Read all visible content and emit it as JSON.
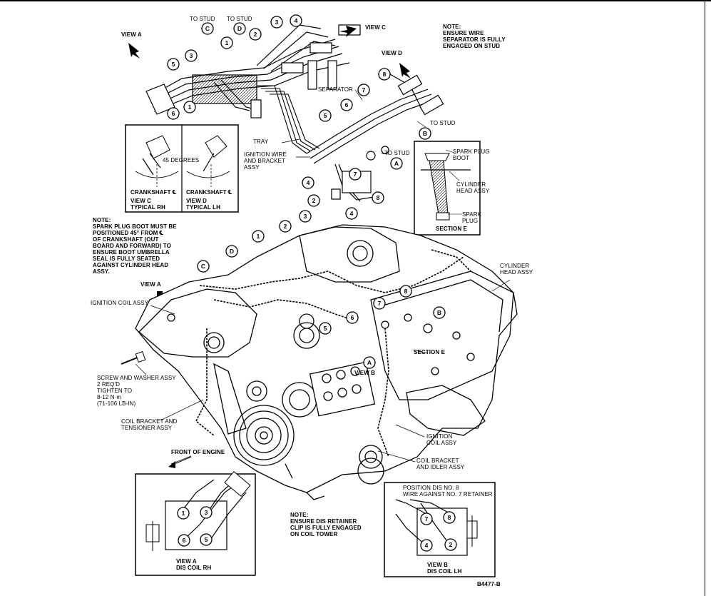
{
  "note_top_right": "NOTE:\nENSURE WIRE\nSEPARATOR IS FULLY\nENGAGED ON STUD",
  "labels": {
    "view_a_top": "VIEW A",
    "to_stud_c": "TO STUD",
    "to_stud_d": "TO STUD",
    "view_c": "VIEW C",
    "view_d": "VIEW D",
    "separator": "SEPARATOR",
    "to_stud_b": "TO STUD",
    "tray": "TRAY",
    "ignition_wire_bracket": "IGNITION WIRE\nAND BRACKET\nASSY",
    "to_stud_a": "TO STUD",
    "degrees_45": "45 DEGREES",
    "crankshaft_rh": "CRANKSHAFT ℄",
    "view_c_rh": "VIEW C\nTYPICAL RH",
    "crankshaft_lh": "CRANKSHAFT ℄",
    "view_d_lh": "VIEW D\nTYPICAL LH",
    "spark_plug_boot": "SPARK PLUG\nBOOT",
    "cylinder_head_assy_e": "CYLINDER\nHEAD ASSY",
    "spark_plug": "SPARK\nPLUG",
    "section_e_box": "SECTION E",
    "note_left": "NOTE:\nSPARK PLUG BOOT MUST BE\nPOSITIONED 45° FROM ℄\nOF CRANKSHAFT (OUT\nBOARD AND FORWARD) TO\nENSURE BOOT UMBRELLA\nSEAL IS FULLY SEATED\nAGAINST CYLINDER HEAD\nASSY.",
    "view_a_mid": "VIEW A",
    "ignition_coil_assy_left": "IGNITION COIL ASSY",
    "cylinder_head_assy": "CYLINDER\nHEAD ASSY",
    "section_e_engine": "SECTION E",
    "view_b": "VIEW B",
    "screw_washer": "SCREW AND WASHER ASSY\n2 REQ'D\nTIGHTEN TO\n8-12 N·m\n(71-106 LB-IN)",
    "coil_bracket_tensioner": "COIL BRACKET AND\nTENSIONER ASSY",
    "front_of_engine": "FRONT OF ENGINE",
    "ignition_coil_assy_right": "IGNITION\nCOIL ASSY",
    "coil_bracket_idler": "COIL BRACKET\nAND IDLER ASSY",
    "note_bottom": "NOTE:\nENSURE DIS RETAINER\nCLIP IS FULLY ENGAGED\nON COIL TOWER",
    "position_dis": "POSITION DIS NO. 8\nWIRE AGAINST NO. 7 RETAINER",
    "view_a_dis": "VIEW A\nDIS COIL RH",
    "view_b_dis": "VIEW B\nDIS COIL LH",
    "figure_id": "B4477-B"
  },
  "callouts": {
    "c1": "1",
    "c2": "2",
    "c3": "3",
    "c4": "4",
    "c5": "5",
    "c6": "6",
    "c7": "7",
    "c8": "8",
    "lc": "C",
    "ld": "D",
    "lb": "B",
    "la": "A"
  }
}
